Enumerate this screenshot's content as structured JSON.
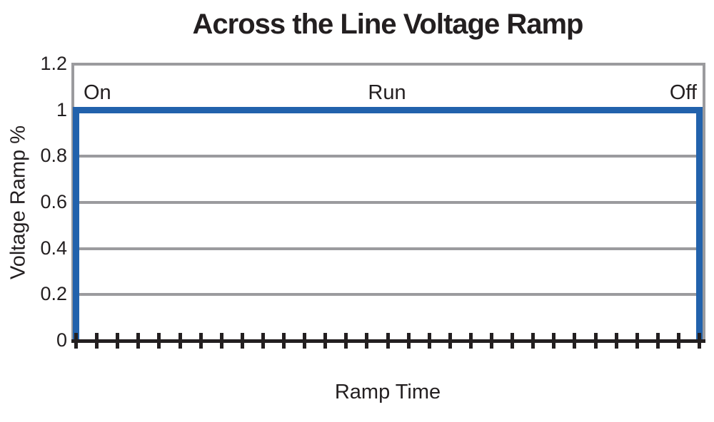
{
  "chart_data": {
    "type": "line",
    "title": "Across the Line Voltage Ramp",
    "xlabel": "Ramp Time",
    "ylabel": "Voltage Ramp %",
    "ylim": [
      0,
      1.2
    ],
    "yticks": [
      0,
      0.2,
      0.4,
      0.6,
      0.8,
      1,
      1.2
    ],
    "ytick_labels": [
      "0",
      "0.2",
      "0.4",
      "0.6",
      "0.8",
      "1",
      "1.2"
    ],
    "x_tick_count": 31,
    "x_tick_labels": [],
    "grid": true,
    "legend": "none",
    "series": [
      {
        "name": "Across the Line Voltage",
        "color": "#2262AC",
        "points": [
          [
            0,
            0
          ],
          [
            0,
            1
          ],
          [
            1,
            1
          ],
          [
            1,
            0
          ]
        ],
        "shape": "rectangular pulse: voltage steps to 100% at On, holds 100% through Run, drops to 0 at Off"
      }
    ],
    "annotations": [
      {
        "text": "On",
        "position": "top-left",
        "y": 1
      },
      {
        "text": "Run",
        "position": "top-center",
        "y": 1
      },
      {
        "text": "Off",
        "position": "top-right",
        "y": 1
      }
    ],
    "colors": {
      "line": "#2262AC",
      "grid": "#9B9B9E",
      "axis": "#231F20",
      "text": "#231F20",
      "plot_border": "#9B9B9E",
      "background": "#FFFFFF"
    }
  }
}
